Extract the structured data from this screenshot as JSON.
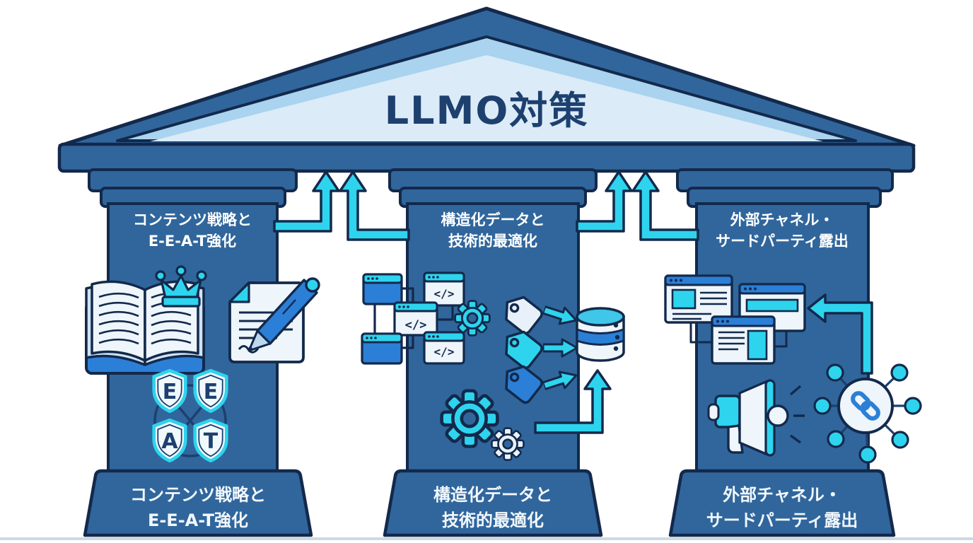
{
  "title": "LLMO対策",
  "colors": {
    "navy_outline": "#13294b",
    "pillar_blue": "#30669c",
    "pediment_light": "#dcebf8",
    "pediment_mid": "#a9d3ee",
    "cyan_accent": "#2ed4ee",
    "bright_blue": "#2b7fd6",
    "white_fill": "#eef5fb"
  },
  "pillars": [
    {
      "id": "content-eeat",
      "top_label": {
        "line1": "コンテンツ戦略と",
        "line2": "E-E-A-T強化"
      },
      "base_label": {
        "line1": "コンテンツ戦略と",
        "line2": "E-E-A-T強化"
      },
      "icons": [
        "book-with-crown-icon",
        "document-pen-icon",
        "eeat-shields-icon"
      ],
      "shields": [
        "E",
        "E",
        "A",
        "T"
      ]
    },
    {
      "id": "structured-data",
      "top_label": {
        "line1": "構造化データと",
        "line2": "技術的最適化"
      },
      "base_label": {
        "line1": "構造化データと",
        "line2": "技術的最適化"
      },
      "icons": [
        "code-window-tree-icon",
        "gear-icon",
        "tags-icon",
        "database-icon",
        "up-arrow-icon"
      ],
      "code_symbol": "</>"
    },
    {
      "id": "external-channels",
      "top_label": {
        "line1": "外部チャネル・",
        "line2": "サードパーティ露出"
      },
      "base_label": {
        "line1": "外部チャネル・",
        "line2": "サードパーティ露出"
      },
      "icons": [
        "browser-windows-icon",
        "megaphone-icon",
        "link-network-icon",
        "left-arrow-icon"
      ]
    }
  ]
}
